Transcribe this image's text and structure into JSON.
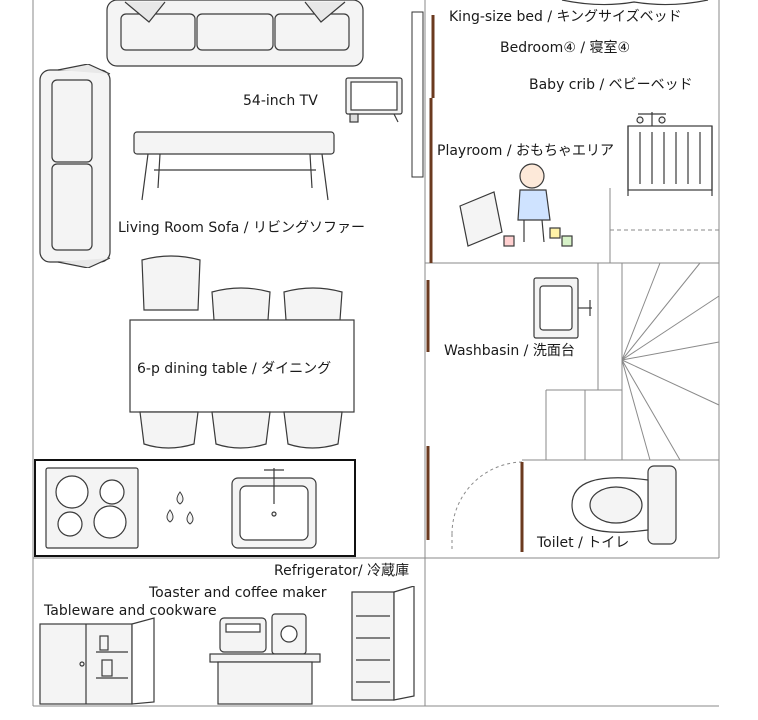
{
  "floor_plan": {
    "labels": {
      "king_bed": "King-size bed / キングサイズベッド",
      "bedroom": "Bedroom④ / 寝室④",
      "baby_crib": "Baby crib / ベビーベッド",
      "tv": "54-inch TV",
      "playroom": "Playroom / おもちゃエリア",
      "living_sofa": "Living Room Sofa / リビングソファー",
      "washbasin": "Washbasin / 洗面台",
      "dining_table": "6-p dining table / ダイニング",
      "toilet": "Toilet / トイレ",
      "refrigerator": "Refrigerator/ 冷蔵庫",
      "toaster_coffee": "Toaster and coffee maker",
      "tableware": "Tableware and cookware"
    },
    "colors": {
      "wall": "#8a8a8a",
      "door": "#6b3a1f",
      "furniture_stroke": "#3a3a3a",
      "furniture_fill": "#f4f4f4",
      "label": "#1a1a1a"
    }
  }
}
